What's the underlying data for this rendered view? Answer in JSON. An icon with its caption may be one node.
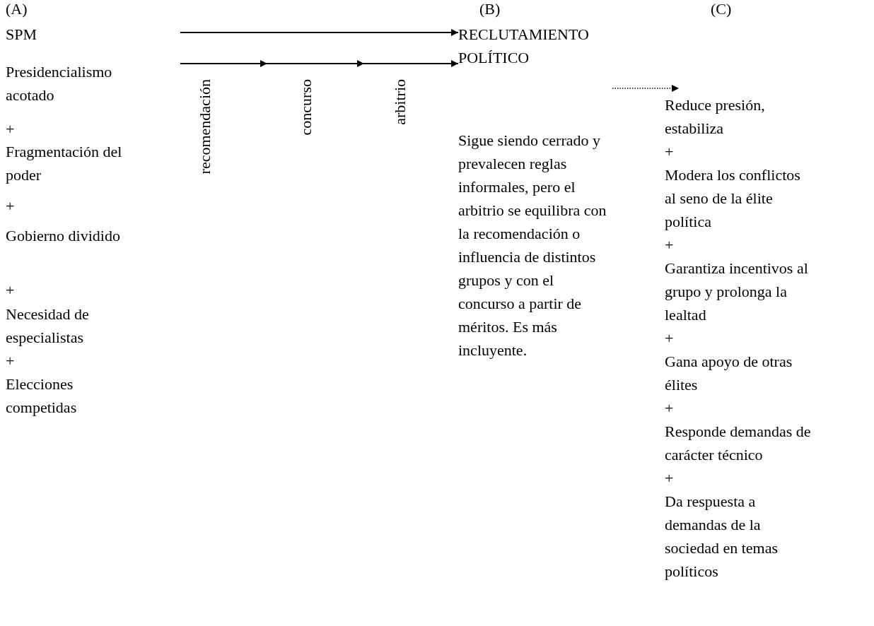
{
  "diagram": {
    "nodes": [
      {
        "text": [
          "SPM",
          "Presidencialismo acotado",
          "+",
          "Fragmentación del poder",
          "+",
          "Gobierno dividido",
          "+",
          "Necesidad de especialistas",
          "+",
          "Elecciones competidas"
        ]
      },
      {
        "text": [
          "RECLUTAMIENTO POLÍTICO",
          "Sigue siendo cerrado y prevalecen reglas informales, pero el arbitrio se equilibra con la recomendación o influencia de distintos grupos y con el concurso a partir de méritos. Es más incluyente."
        ]
      },
      {
        "text": [
          "Reduce presión, estabiliza",
          "+",
          "Modera los conflictos al seno de la élite política",
          "+",
          "Garantiza incentivos al grupo y prolonga la lealtad",
          "+",
          "Gana apoyo de otras élites",
          "+",
          "Responde demandas de carácter técnico",
          "+",
          "Da respuesta a demandas de la sociedad en temas políticos"
        ]
      }
    ],
    "edges": [
      {
        "from": 0,
        "to": 1,
        "arrow": "to"
      },
      {
        "from": 0,
        "to": 1,
        "arrow": "to"
      },
      {
        "from": 1,
        "to": 2,
        "arrow": "to",
        "style": "dashed"
      }
    ],
    "labels": [
      "(A)",
      "(B)",
      "(C)",
      "recomendación",
      "concurso",
      "arbitrio"
    ]
  }
}
